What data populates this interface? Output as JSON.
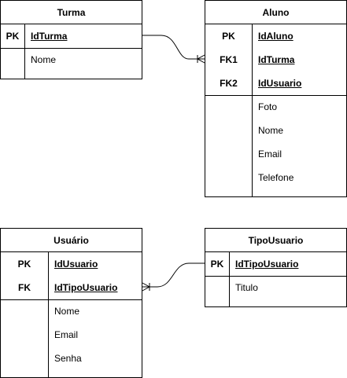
{
  "entities": {
    "turma": {
      "title": "Turma",
      "keys": [
        {
          "type": "PK",
          "name": "IdTurma"
        }
      ],
      "attributes": [
        "Nome"
      ]
    },
    "aluno": {
      "title": "Aluno",
      "keys": [
        {
          "type": "PK",
          "name": "IdAluno"
        },
        {
          "type": "FK1",
          "name": "IdTurma"
        },
        {
          "type": "FK2",
          "name": "IdUsuario"
        }
      ],
      "attributes": [
        "Foto",
        "Nome",
        "Email",
        "Telefone"
      ]
    },
    "usuario": {
      "title": "Usuário",
      "keys": [
        {
          "type": "PK",
          "name": "IdUsuario"
        },
        {
          "type": "FK",
          "name": "IdTipoUsuario"
        }
      ],
      "attributes": [
        "Nome",
        "Email",
        "Senha"
      ]
    },
    "tipousuario": {
      "title": "TipoUsuario",
      "keys": [
        {
          "type": "PK",
          "name": "IdTipoUsuario"
        }
      ],
      "attributes": [
        "Titulo"
      ]
    }
  },
  "relationships": [
    {
      "from": "turma.IdTurma",
      "to": "aluno.IdTurma",
      "notation": "one-to-many"
    },
    {
      "from": "tipousuario.IdTipoUsuario",
      "to": "usuario.IdTipoUsuario",
      "notation": "one-to-many"
    }
  ],
  "colors": {
    "line": "#000000",
    "background": "#ffffff"
  }
}
